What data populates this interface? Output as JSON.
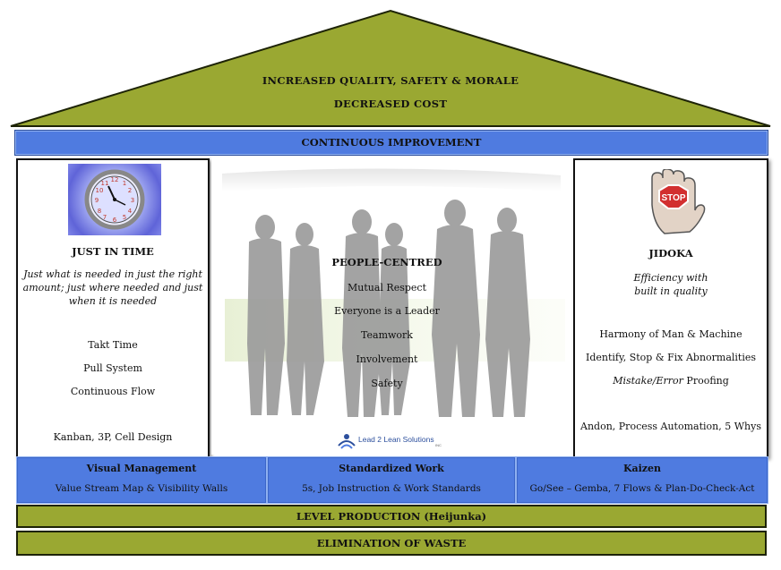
{
  "roof": {
    "line1": "INCREASED QUALITY, SAFETY & MORALE",
    "line2": "DECREASED COST",
    "color": "#9aa832"
  },
  "continuous_improvement": "CONTINUOUS IMPROVEMENT",
  "left_pillar": {
    "icon": "clock-icon",
    "title": "JUST IN TIME",
    "description_lines": [
      "Just what is needed in just the right",
      "amount; just where needed and just",
      "when it is needed"
    ],
    "items": [
      "Takt Time",
      "Pull System",
      "Continuous Flow"
    ],
    "footer": "Kanban, 3P, Cell Design"
  },
  "center": {
    "title": "PEOPLE-CENTRED",
    "items": [
      "Mutual Respect",
      "Everyone is a Leader",
      "Teamwork",
      "Involvement",
      "Safety"
    ],
    "logo_text": "Lead 2 Lean Solutions",
    "logo_small": "INC"
  },
  "right_pillar": {
    "icon": "stop-hand-icon",
    "icon_text": "STOP",
    "title": "JIDOKA",
    "description_lines": [
      "Efficiency with",
      "built in quality"
    ],
    "items": [
      "Harmony of Man & Machine",
      "Identify, Stop & Fix Abnormalities"
    ],
    "proofing_italic": "Mistake/Error",
    "proofing_rest": " Proofing",
    "footer": "Andon, Process Automation, 5 Whys"
  },
  "foundation_boxes": [
    {
      "title": "Visual Management",
      "subtitle": "Value Stream Map & Visibility Walls"
    },
    {
      "title": "Standardized Work",
      "subtitle": "5s, Job Instruction & Work Standards"
    },
    {
      "title": "Kaizen",
      "subtitle": "Go/See – Gemba, 7 Flows & Plan-Do-Check-Act"
    }
  ],
  "level_production": "LEVEL PRODUCTION (Heijunka)",
  "elimination": "ELIMINATION OF WASTE",
  "colors": {
    "blue": "#4f7be0",
    "olive": "#9aa832",
    "dark": "#111111"
  }
}
